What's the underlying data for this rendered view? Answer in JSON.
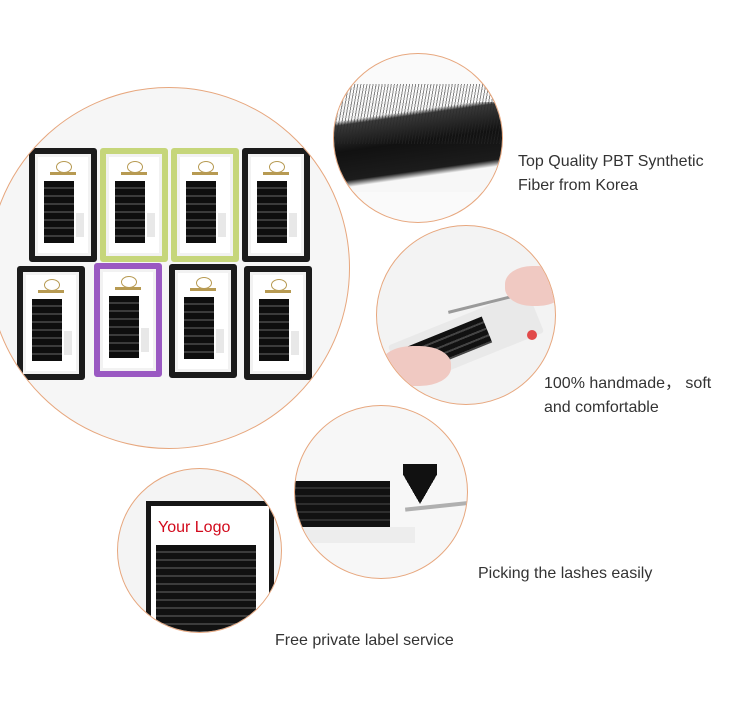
{
  "features": [
    {
      "caption_lines": [
        "Top Quality PBT Synthetic",
        "Fiber from Korea"
      ]
    },
    {
      "caption_lines": [
        "100% handmade， soft",
        "and comfortable"
      ]
    },
    {
      "caption_lines": [
        "Picking the lashes easily"
      ]
    },
    {
      "caption_lines": [
        "Free private label service"
      ]
    }
  ],
  "private_label_overlay": "Your   Logo",
  "colors": {
    "circle_border": "#e7a77e",
    "caption_text": "#333333",
    "logo_text": "#d20a1c",
    "tray_lime": "#c6d67a",
    "tray_purple": "#9a59c2",
    "tray_black": "#1b1b1b"
  },
  "trays": {
    "row1": [
      "black",
      "lime",
      "lime",
      "black"
    ],
    "row2": [
      "black",
      "purple",
      "black",
      "black"
    ]
  }
}
